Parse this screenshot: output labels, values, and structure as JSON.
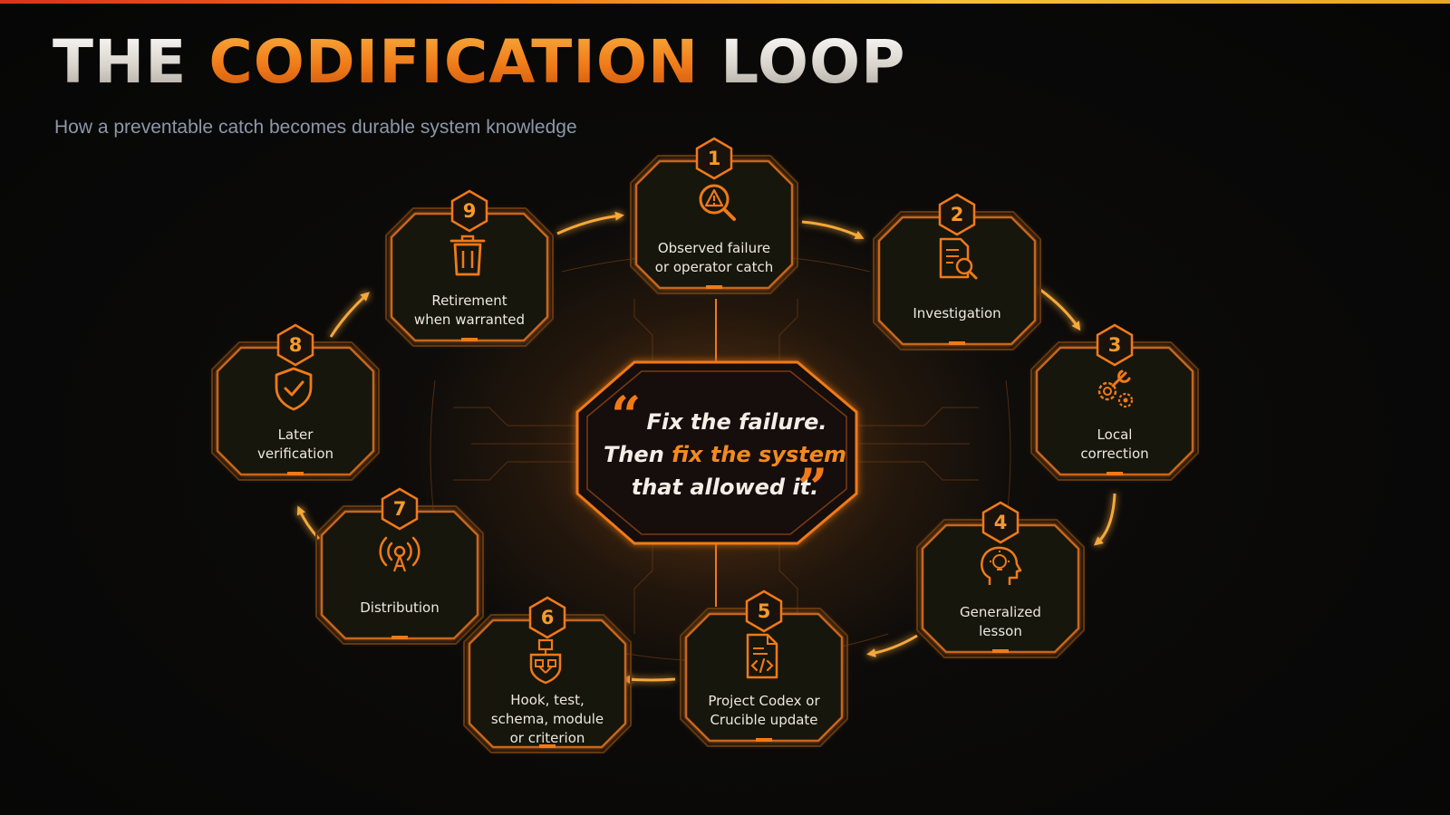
{
  "title": {
    "part1": "THE",
    "part2": "CODIFICATION",
    "part3": "LOOP"
  },
  "subtitle": "How a preventable catch becomes durable system knowledge",
  "center_quote": {
    "open_mark": "“",
    "close_mark": "”",
    "line1": "Fix the failure.",
    "line2_prefix": "Then ",
    "line2_accent": "fix the system",
    "line3": "that allowed it."
  },
  "colors": {
    "accent": "#f07a18",
    "accent_light": "#f5a83a",
    "node_fill": "#171410",
    "background": "#0b0a09"
  },
  "steps": [
    {
      "number": "1",
      "label": "Observed failure\nor operator catch",
      "icon": "warning-magnifier-icon"
    },
    {
      "number": "2",
      "label": "Investigation",
      "icon": "document-search-icon"
    },
    {
      "number": "3",
      "label": "Local\ncorrection",
      "icon": "wrench-gear-icon"
    },
    {
      "number": "4",
      "label": "Generalized\nlesson",
      "icon": "head-lightbulb-icon"
    },
    {
      "number": "5",
      "label": "Project Codex or\nCrucible update",
      "icon": "code-document-icon"
    },
    {
      "number": "6",
      "label": "Hook, test,\nschema, module\nor criterion",
      "icon": "flowchart-shield-icon"
    },
    {
      "number": "7",
      "label": "Distribution",
      "icon": "broadcast-antenna-icon"
    },
    {
      "number": "8",
      "label": "Later\nverification",
      "icon": "shield-check-icon"
    },
    {
      "number": "9",
      "label": "Retirement\nwhen warranted",
      "icon": "trash-can-icon"
    }
  ]
}
